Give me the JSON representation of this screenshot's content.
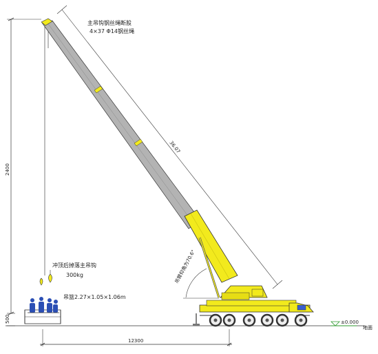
{
  "labels": {
    "broken_rope_title": "主吊钩钢丝绳断股",
    "broken_rope_spec": "4×37 Φ14钢丝绳",
    "hook_fall": "冲顶后掉落主吊钩",
    "hook_weight": "300kg",
    "basket_size": "吊篮2.27×1.05×1.06m",
    "boom_angle": "吊臂仰角为70.6°",
    "ground_level": "±0.000",
    "ground_word": "地面"
  },
  "dimensions": {
    "boom_length": "36.07",
    "height": "2400",
    "horizontal": "12300",
    "small_height": "500"
  },
  "colors": {
    "crane_yellow": "#f2ea1d",
    "boom_gray": "#b3b3b3",
    "worker_blue": "#2b4fb5",
    "ground_green": "#2e9a2e",
    "line": "#333333"
  }
}
